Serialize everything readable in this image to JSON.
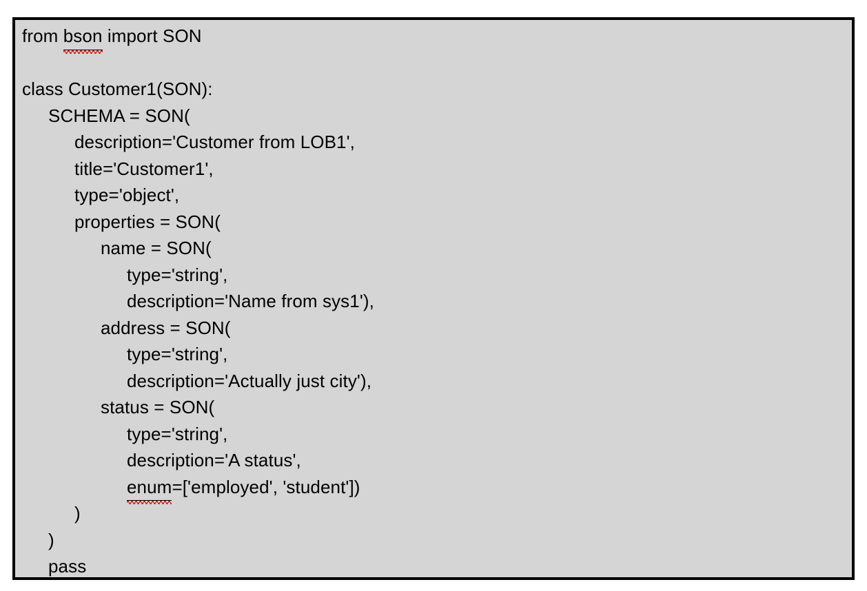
{
  "page": {
    "background_color": "#ffffff"
  },
  "code_block": {
    "background_color": "#d5d5d5",
    "border_color": "#000000",
    "text_color": "#000000",
    "language": "python",
    "lines": [
      {
        "indent": 0,
        "segments": [
          {
            "text": "from "
          },
          {
            "text": "bson",
            "misspelled": true
          },
          {
            "text": " import SON"
          }
        ]
      },
      {
        "indent": 0,
        "segments": [
          {
            "text": ""
          }
        ]
      },
      {
        "indent": 0,
        "segments": [
          {
            "text": "class Customer1(SON):"
          }
        ]
      },
      {
        "indent": 1,
        "segments": [
          {
            "text": "SCHEMA = SON("
          }
        ]
      },
      {
        "indent": 2,
        "segments": [
          {
            "text": "description='Customer from LOB1',"
          }
        ]
      },
      {
        "indent": 2,
        "segments": [
          {
            "text": "title='Customer1',"
          }
        ]
      },
      {
        "indent": 2,
        "segments": [
          {
            "text": "type='object',"
          }
        ]
      },
      {
        "indent": 2,
        "segments": [
          {
            "text": "properties = SON("
          }
        ]
      },
      {
        "indent": 3,
        "segments": [
          {
            "text": "name = SON("
          }
        ]
      },
      {
        "indent": 4,
        "segments": [
          {
            "text": "type='string',"
          }
        ]
      },
      {
        "indent": 4,
        "segments": [
          {
            "text": "description='Name from sys1'),"
          }
        ]
      },
      {
        "indent": 3,
        "segments": [
          {
            "text": "address = SON("
          }
        ]
      },
      {
        "indent": 4,
        "segments": [
          {
            "text": "type='string',"
          }
        ]
      },
      {
        "indent": 4,
        "segments": [
          {
            "text": "description='Actually just city'),"
          }
        ]
      },
      {
        "indent": 3,
        "segments": [
          {
            "text": "status = SON("
          }
        ]
      },
      {
        "indent": 4,
        "segments": [
          {
            "text": "type='string',"
          }
        ]
      },
      {
        "indent": 4,
        "segments": [
          {
            "text": "description='A status',"
          }
        ]
      },
      {
        "indent": 4,
        "segments": [
          {
            "text": "enum",
            "misspelled": true
          },
          {
            "text": "=['employed', 'student'])"
          }
        ]
      },
      {
        "indent": 2,
        "segments": [
          {
            "text": ")"
          }
        ]
      },
      {
        "indent": 1,
        "segments": [
          {
            "text": ")"
          }
        ]
      },
      {
        "indent": 1,
        "segments": [
          {
            "text": "pass"
          }
        ]
      }
    ]
  }
}
